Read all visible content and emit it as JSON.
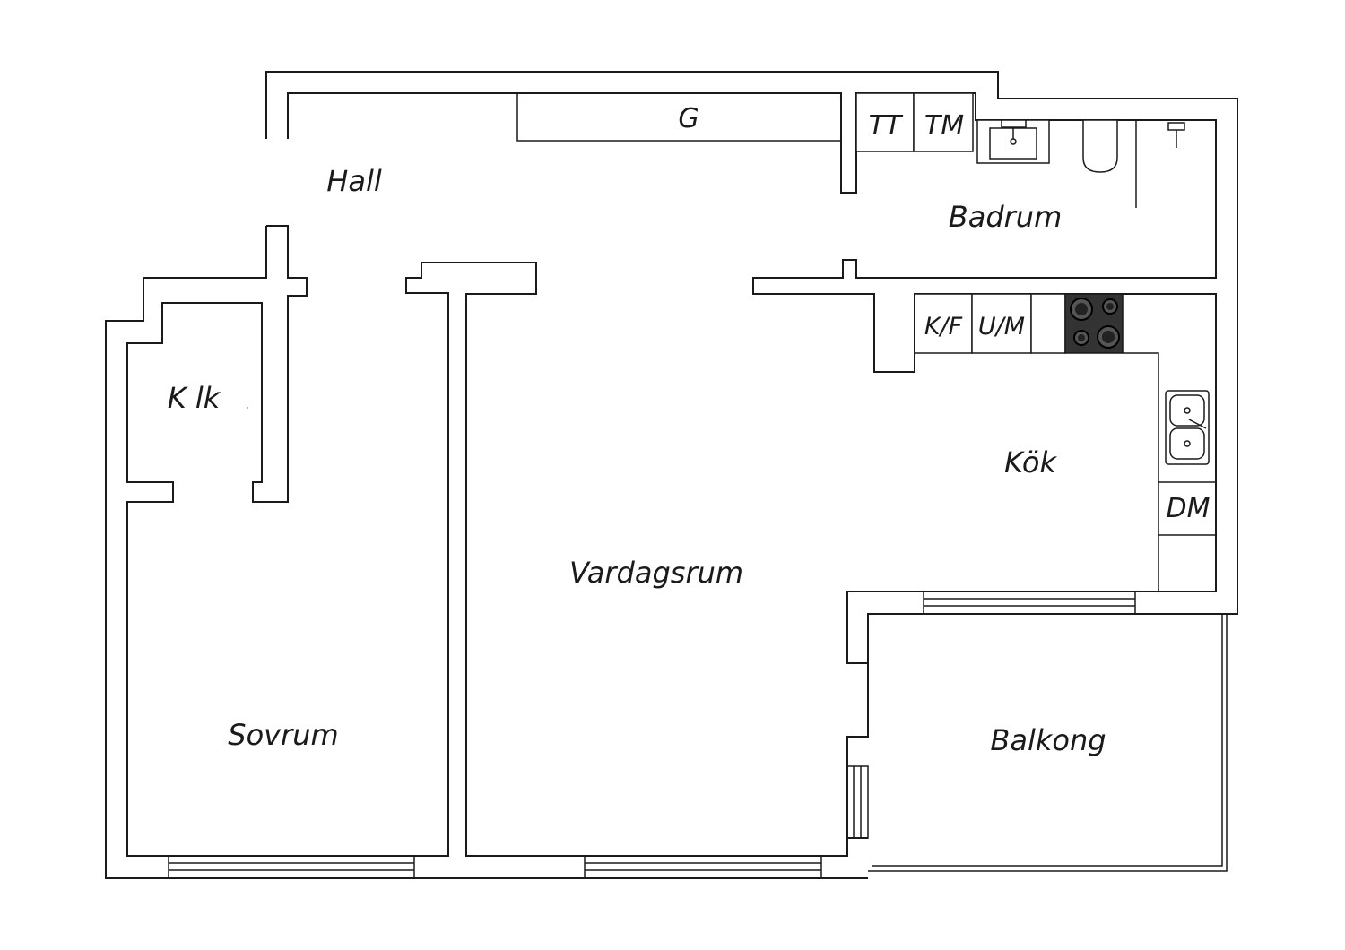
{
  "rooms": {
    "hall": "Hall",
    "badrum": "Badrum",
    "klk": "K lk",
    "kok": "Kök",
    "vardagsrum": "Vardagsrum",
    "sovrum": "Sovrum",
    "balkong": "Balkong"
  },
  "fixtures": {
    "g": "G",
    "tt": "TT",
    "tm": "TM",
    "kf": "K/F",
    "um": "U/M",
    "dm": "DM"
  },
  "colors": {
    "line": "#1a1a1a",
    "background": "#ffffff",
    "stove": "#333333"
  }
}
